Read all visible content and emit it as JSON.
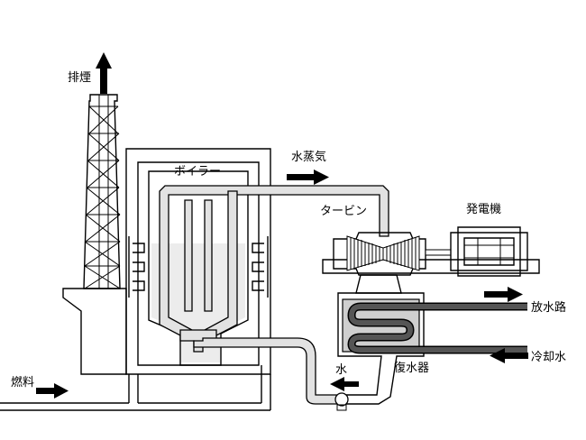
{
  "labels": {
    "exhaust": "排煙",
    "boiler": "ボイラー",
    "steam": "水蒸気",
    "turbine": "タービン",
    "generator": "発電機",
    "discharge": "放水路",
    "cooling_water": "冷却水",
    "condenser": "復水器",
    "water": "水",
    "fuel": "燃料"
  },
  "colors": {
    "line": "#000000",
    "pipe_fill": "#e2e2e2",
    "condenser_fill": "#cfcfcf",
    "cooling_pipe": "#555555",
    "water_fill": "#e8e8e8",
    "background": "#ffffff"
  }
}
